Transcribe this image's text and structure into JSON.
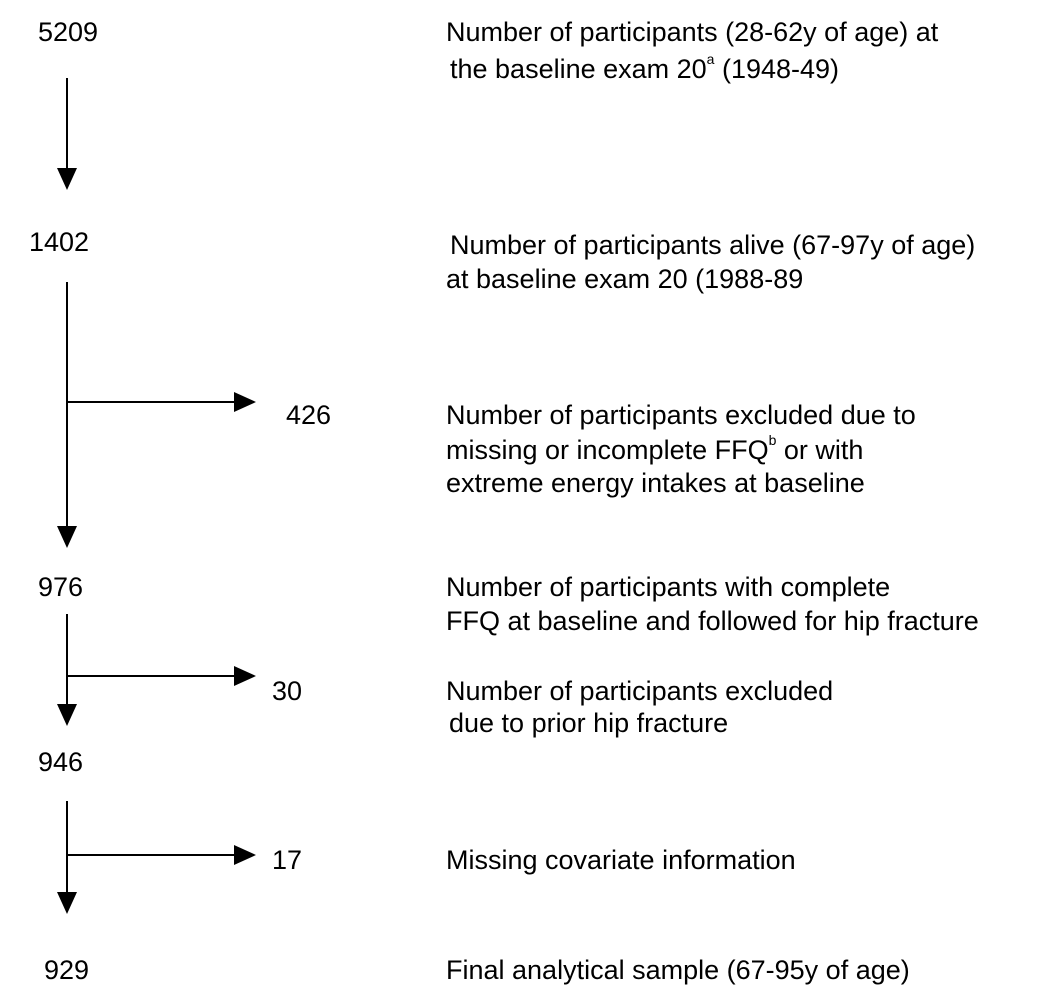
{
  "steps": [
    {
      "count": "5209",
      "line1_pre": "Number of participants (28-62y of age) at",
      "line2_pre": "the baseline exam 20",
      "line2_sup": "a",
      "line2_post": " (1948-49)"
    },
    {
      "count": "1402",
      "line1": "Number of participants alive (67-97y of age)",
      "line2": "at baseline exam 20 (1988-89"
    },
    {
      "count": "426",
      "line1": "Number of participants excluded due to",
      "line2_pre": "missing or incomplete FFQ",
      "line2_sup": "b",
      "line2_post": " or with",
      "line3": "extreme energy intakes at baseline"
    },
    {
      "count": "976",
      "line1": "Number of participants with complete",
      "line2": "FFQ at baseline and followed for hip fracture"
    },
    {
      "count": "30",
      "line1": "Number of participants excluded",
      "line2": "due to prior hip fracture"
    },
    {
      "count": "946"
    },
    {
      "count": "17",
      "line1": "Missing covariate information"
    },
    {
      "count": "929",
      "line1": "Final analytical sample (67-95y of age)"
    }
  ]
}
